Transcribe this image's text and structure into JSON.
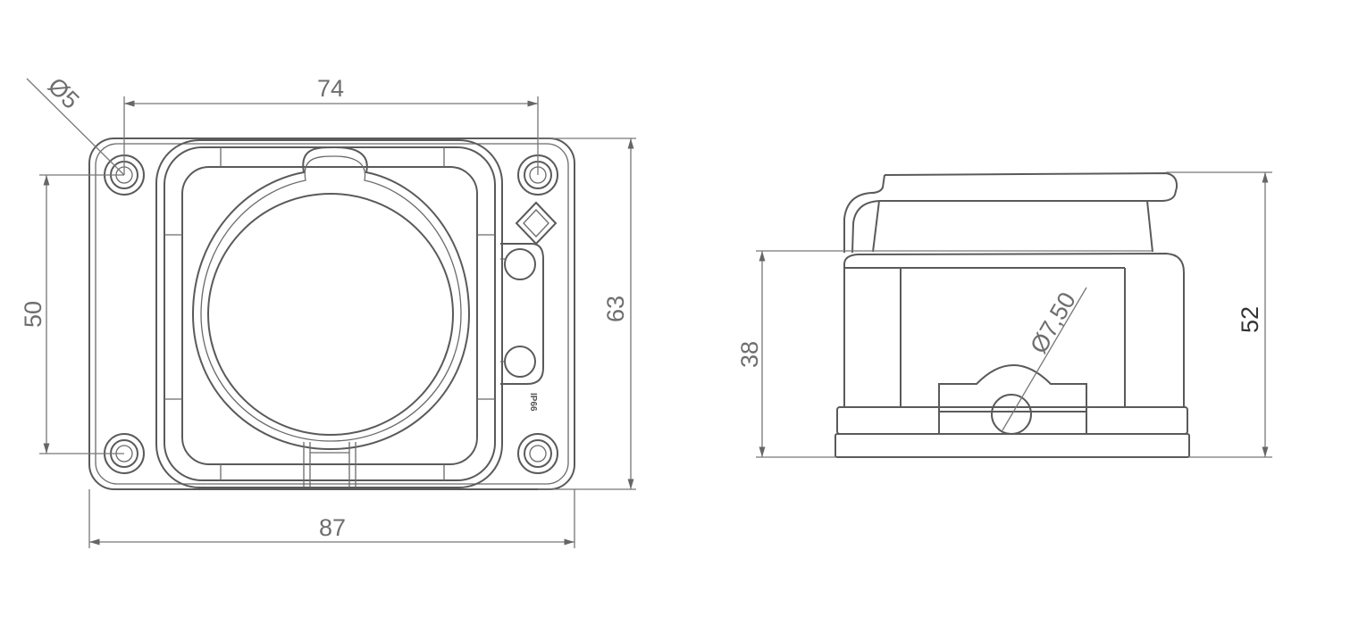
{
  "front_view": {
    "dim_hole_spacing_horizontal": "74",
    "dim_hole_diameter": "Ø5",
    "dim_hole_spacing_vertical": "50",
    "dim_height": "63",
    "dim_width": "87",
    "marking_rating": "IP66"
  },
  "side_view": {
    "dim_body_height": "38",
    "dim_total_height": "52",
    "dim_cable_diameter": "Ø7,50"
  },
  "colors": {
    "line": "#5a5a5a",
    "dimension": "#777777",
    "text": "#6e6e6e"
  }
}
